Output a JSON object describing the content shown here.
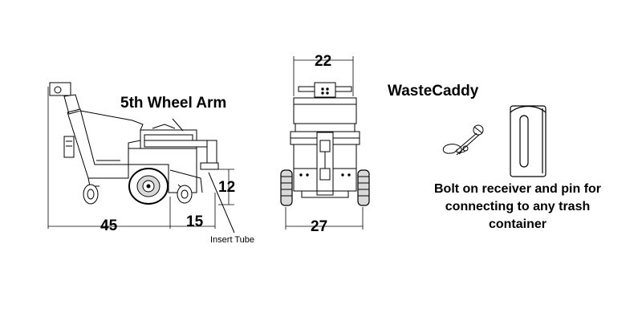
{
  "labels": {
    "fifth_wheel_arm": "5th Wheel Arm",
    "product_name": "WasteCaddy",
    "insert_tube": "Insert Tube",
    "caption_line1": "Bolt on receiver and pin for",
    "caption_line2": "connecting to any trash",
    "caption_line3": "container"
  },
  "dimensions": {
    "side_length": "45",
    "arm_length": "15",
    "hitch_height": "12",
    "top_width": "22",
    "bottom_width": "27"
  },
  "colors": {
    "line": "#000000",
    "fill": "#ffffff",
    "shade": "#d9d9d9"
  }
}
